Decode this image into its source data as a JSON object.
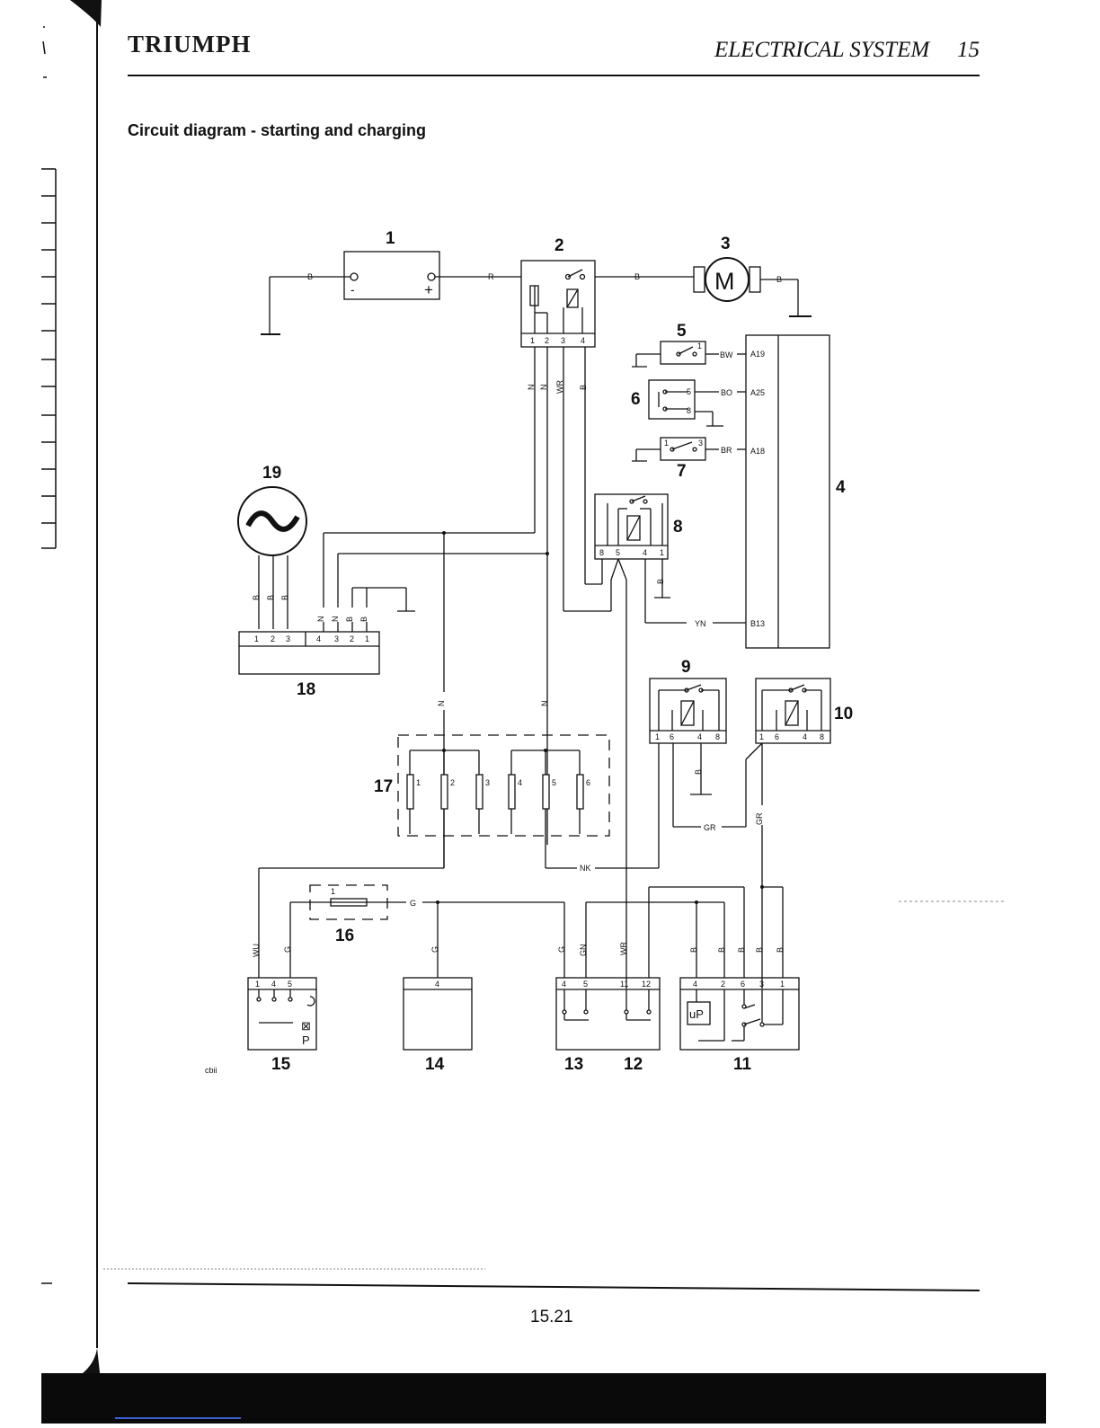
{
  "header": {
    "brand": "TRIUMPH",
    "title": "ELECTRICAL SYSTEM",
    "chapter": "15"
  },
  "section_title": "Circuit diagram - starting and charging",
  "page_number": "15.21",
  "corner_code": "cbii",
  "components": {
    "c1": "1",
    "c2": "2",
    "c3": "3",
    "c4": "4",
    "c5": "5",
    "c6": "6",
    "c7": "7",
    "c8": "8",
    "c9": "9",
    "c10": "10",
    "c11": "11",
    "c12": "12",
    "c13": "13",
    "c14": "14",
    "c15": "15",
    "c16": "16",
    "c17": "17",
    "c18": "18",
    "c19": "19"
  },
  "symbols": {
    "motor": "M",
    "battery_neg": "-",
    "battery_pos": "+",
    "micro": "uP",
    "park": "P"
  },
  "pins": {
    "c2": [
      "1",
      "2",
      "3",
      "4"
    ],
    "c5": "1",
    "c6": [
      "5",
      "8"
    ],
    "c7": [
      "1",
      "3"
    ],
    "c8": [
      "8",
      "5",
      "4",
      "1"
    ],
    "c9": [
      "1",
      "6",
      "4",
      "8"
    ],
    "c10": [
      "1",
      "6",
      "4",
      "8"
    ],
    "c18": [
      "1",
      "2",
      "3",
      "4",
      "3",
      "2",
      "1"
    ],
    "c17": [
      "1",
      "2",
      "3",
      "4",
      "5",
      "6"
    ],
    "c16": "1",
    "c15": [
      "1",
      "4",
      "5"
    ],
    "c14": "4",
    "c13": [
      "4",
      "5"
    ],
    "c12": [
      "11",
      "12"
    ],
    "c11": [
      "4",
      "2",
      "6",
      "3",
      "1"
    ],
    "ecm": [
      "A19",
      "A25",
      "A18",
      "B13"
    ]
  },
  "wires": {
    "w_batt_gnd": "B",
    "w_batt_relay": "R",
    "w_relay_motor": "B",
    "w_motor_gnd": "B",
    "w_c2": [
      "N",
      "N",
      "WR",
      "B"
    ],
    "w_c5": "BW",
    "w_c6": "BO",
    "w_c7": "BR",
    "w_c8_b": "B",
    "w_c8_yn": "YN",
    "w_c19": [
      "B",
      "B",
      "B"
    ],
    "w_c18": [
      "N",
      "N",
      "B",
      "B"
    ],
    "w_n1": "N",
    "w_n2": "N",
    "w_c9_b": "B",
    "w_gr1": "GR",
    "w_gr2": "GR",
    "w_nk": "NK",
    "w_g_fuse": "G",
    "w_bottom": [
      "WU",
      "G",
      "G",
      "G",
      "GN",
      "WR",
      "B",
      "B",
      "B",
      "B",
      "B"
    ]
  }
}
